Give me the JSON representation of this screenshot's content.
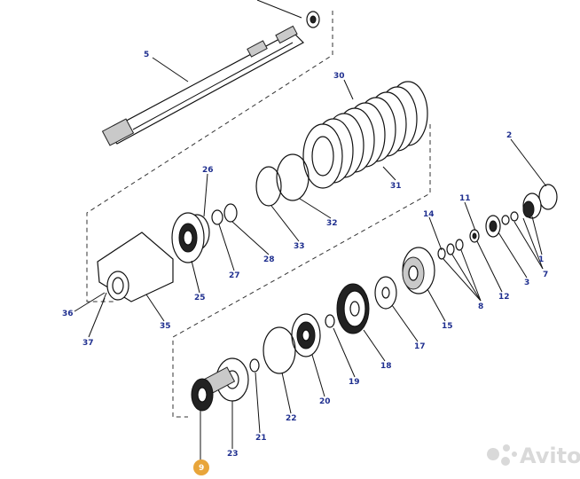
{
  "diagram": {
    "part_labels": {
      "p1": "1",
      "p2": "2",
      "p3": "3",
      "p5": "5",
      "p7": "7",
      "p8": "8",
      "p9": "9",
      "p11": "11",
      "p12": "12",
      "p14": "14",
      "p15": "15",
      "p17": "17",
      "p18": "18",
      "p19": "19",
      "p20": "20",
      "p21": "21",
      "p22": "22",
      "p23": "23",
      "p25": "25",
      "p26": "26",
      "p27": "27",
      "p28": "28",
      "p30": "30",
      "p31": "31",
      "p32": "32",
      "p33": "33",
      "p35": "35",
      "p36": "36",
      "p37": "37"
    },
    "highlight_color": "#e8a53a",
    "label_color": "#1f2f8f"
  },
  "watermark": {
    "text": "Avito",
    "icon": "avito-logo-icon"
  }
}
